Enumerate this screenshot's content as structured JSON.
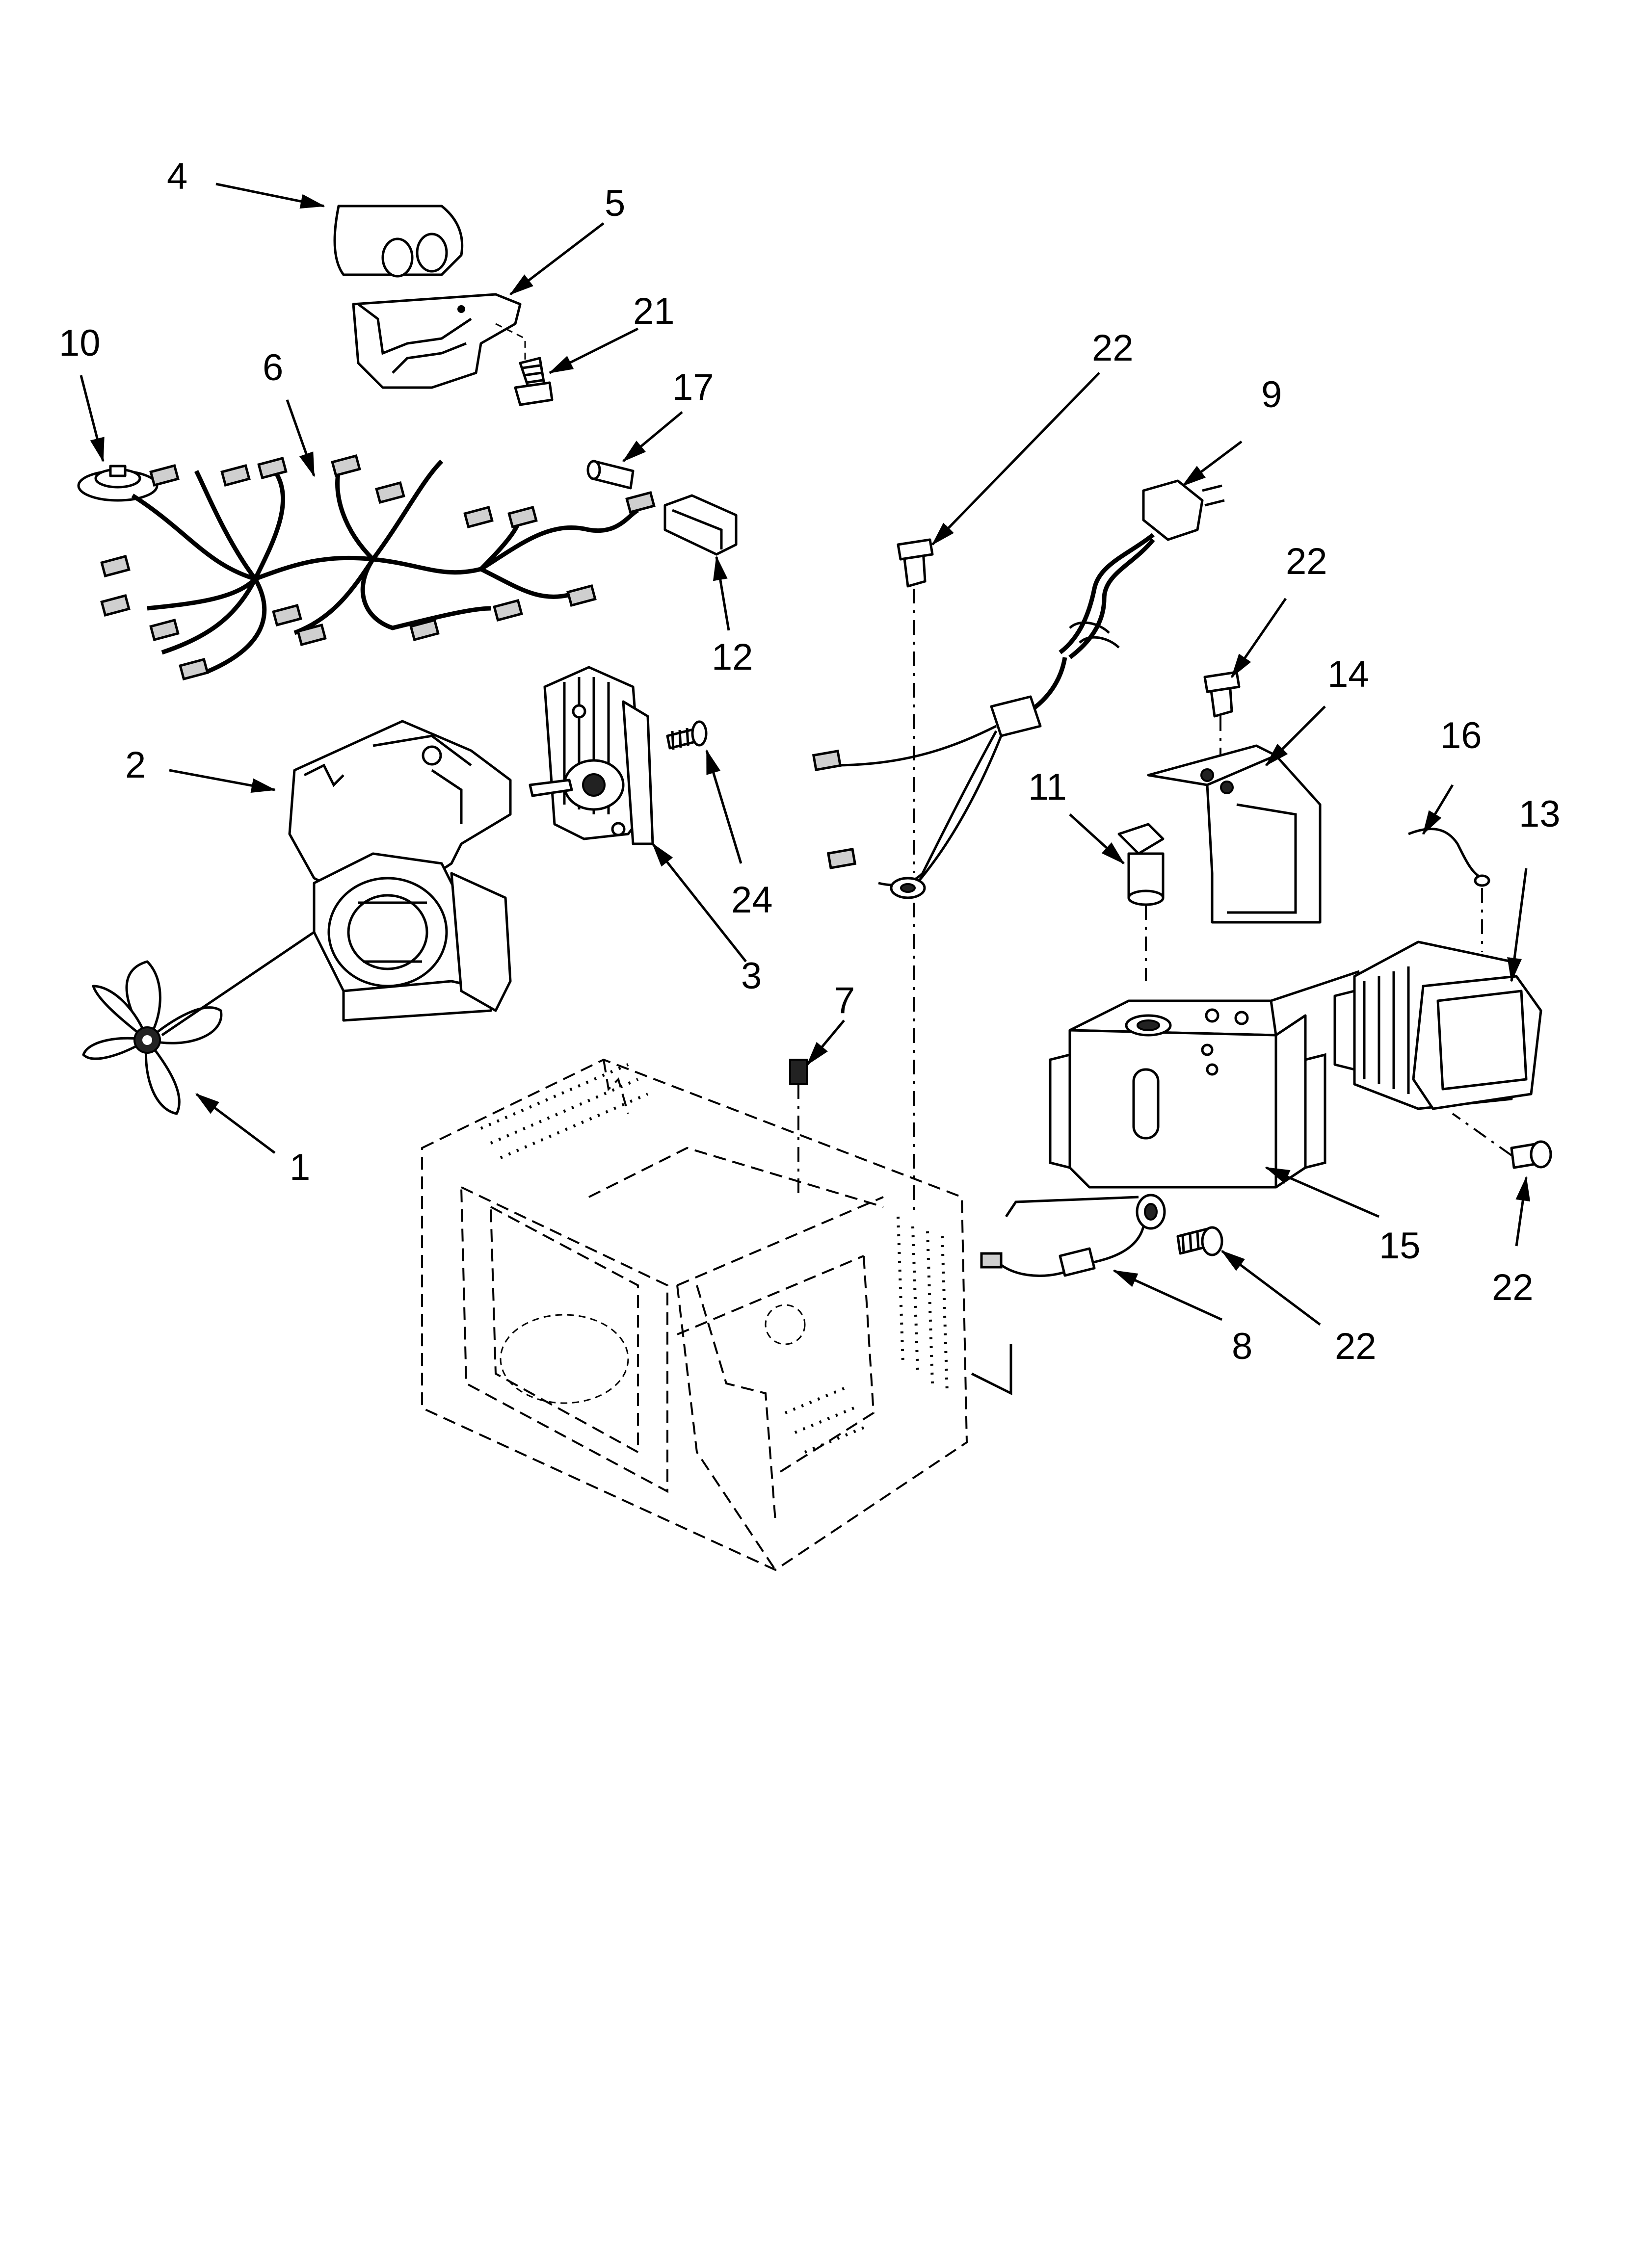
{
  "callouts": [
    {
      "id": "c4",
      "text": "4"
    },
    {
      "id": "c5",
      "text": "5"
    },
    {
      "id": "c21",
      "text": "21"
    },
    {
      "id": "c10",
      "text": "10"
    },
    {
      "id": "c6",
      "text": "6"
    },
    {
      "id": "c17",
      "text": "17"
    },
    {
      "id": "c12",
      "text": "12"
    },
    {
      "id": "c22a",
      "text": "22"
    },
    {
      "id": "c9",
      "text": "9"
    },
    {
      "id": "c22b",
      "text": "22"
    },
    {
      "id": "c14",
      "text": "14"
    },
    {
      "id": "c16",
      "text": "16"
    },
    {
      "id": "c13",
      "text": "13"
    },
    {
      "id": "c11",
      "text": "11"
    },
    {
      "id": "c2",
      "text": "2"
    },
    {
      "id": "c24",
      "text": "24"
    },
    {
      "id": "c3",
      "text": "3"
    },
    {
      "id": "c7",
      "text": "7"
    },
    {
      "id": "c1",
      "text": "1"
    },
    {
      "id": "c15",
      "text": "15"
    },
    {
      "id": "c22c",
      "text": "22"
    },
    {
      "id": "c8",
      "text": "8"
    },
    {
      "id": "c22d",
      "text": "22"
    }
  ],
  "icons": {
    "fan_blade": "fan-blade-icon",
    "screw": "screw-icon",
    "plug": "power-plug-icon"
  },
  "colors": {
    "line": "#000000",
    "background": "#ffffff"
  }
}
